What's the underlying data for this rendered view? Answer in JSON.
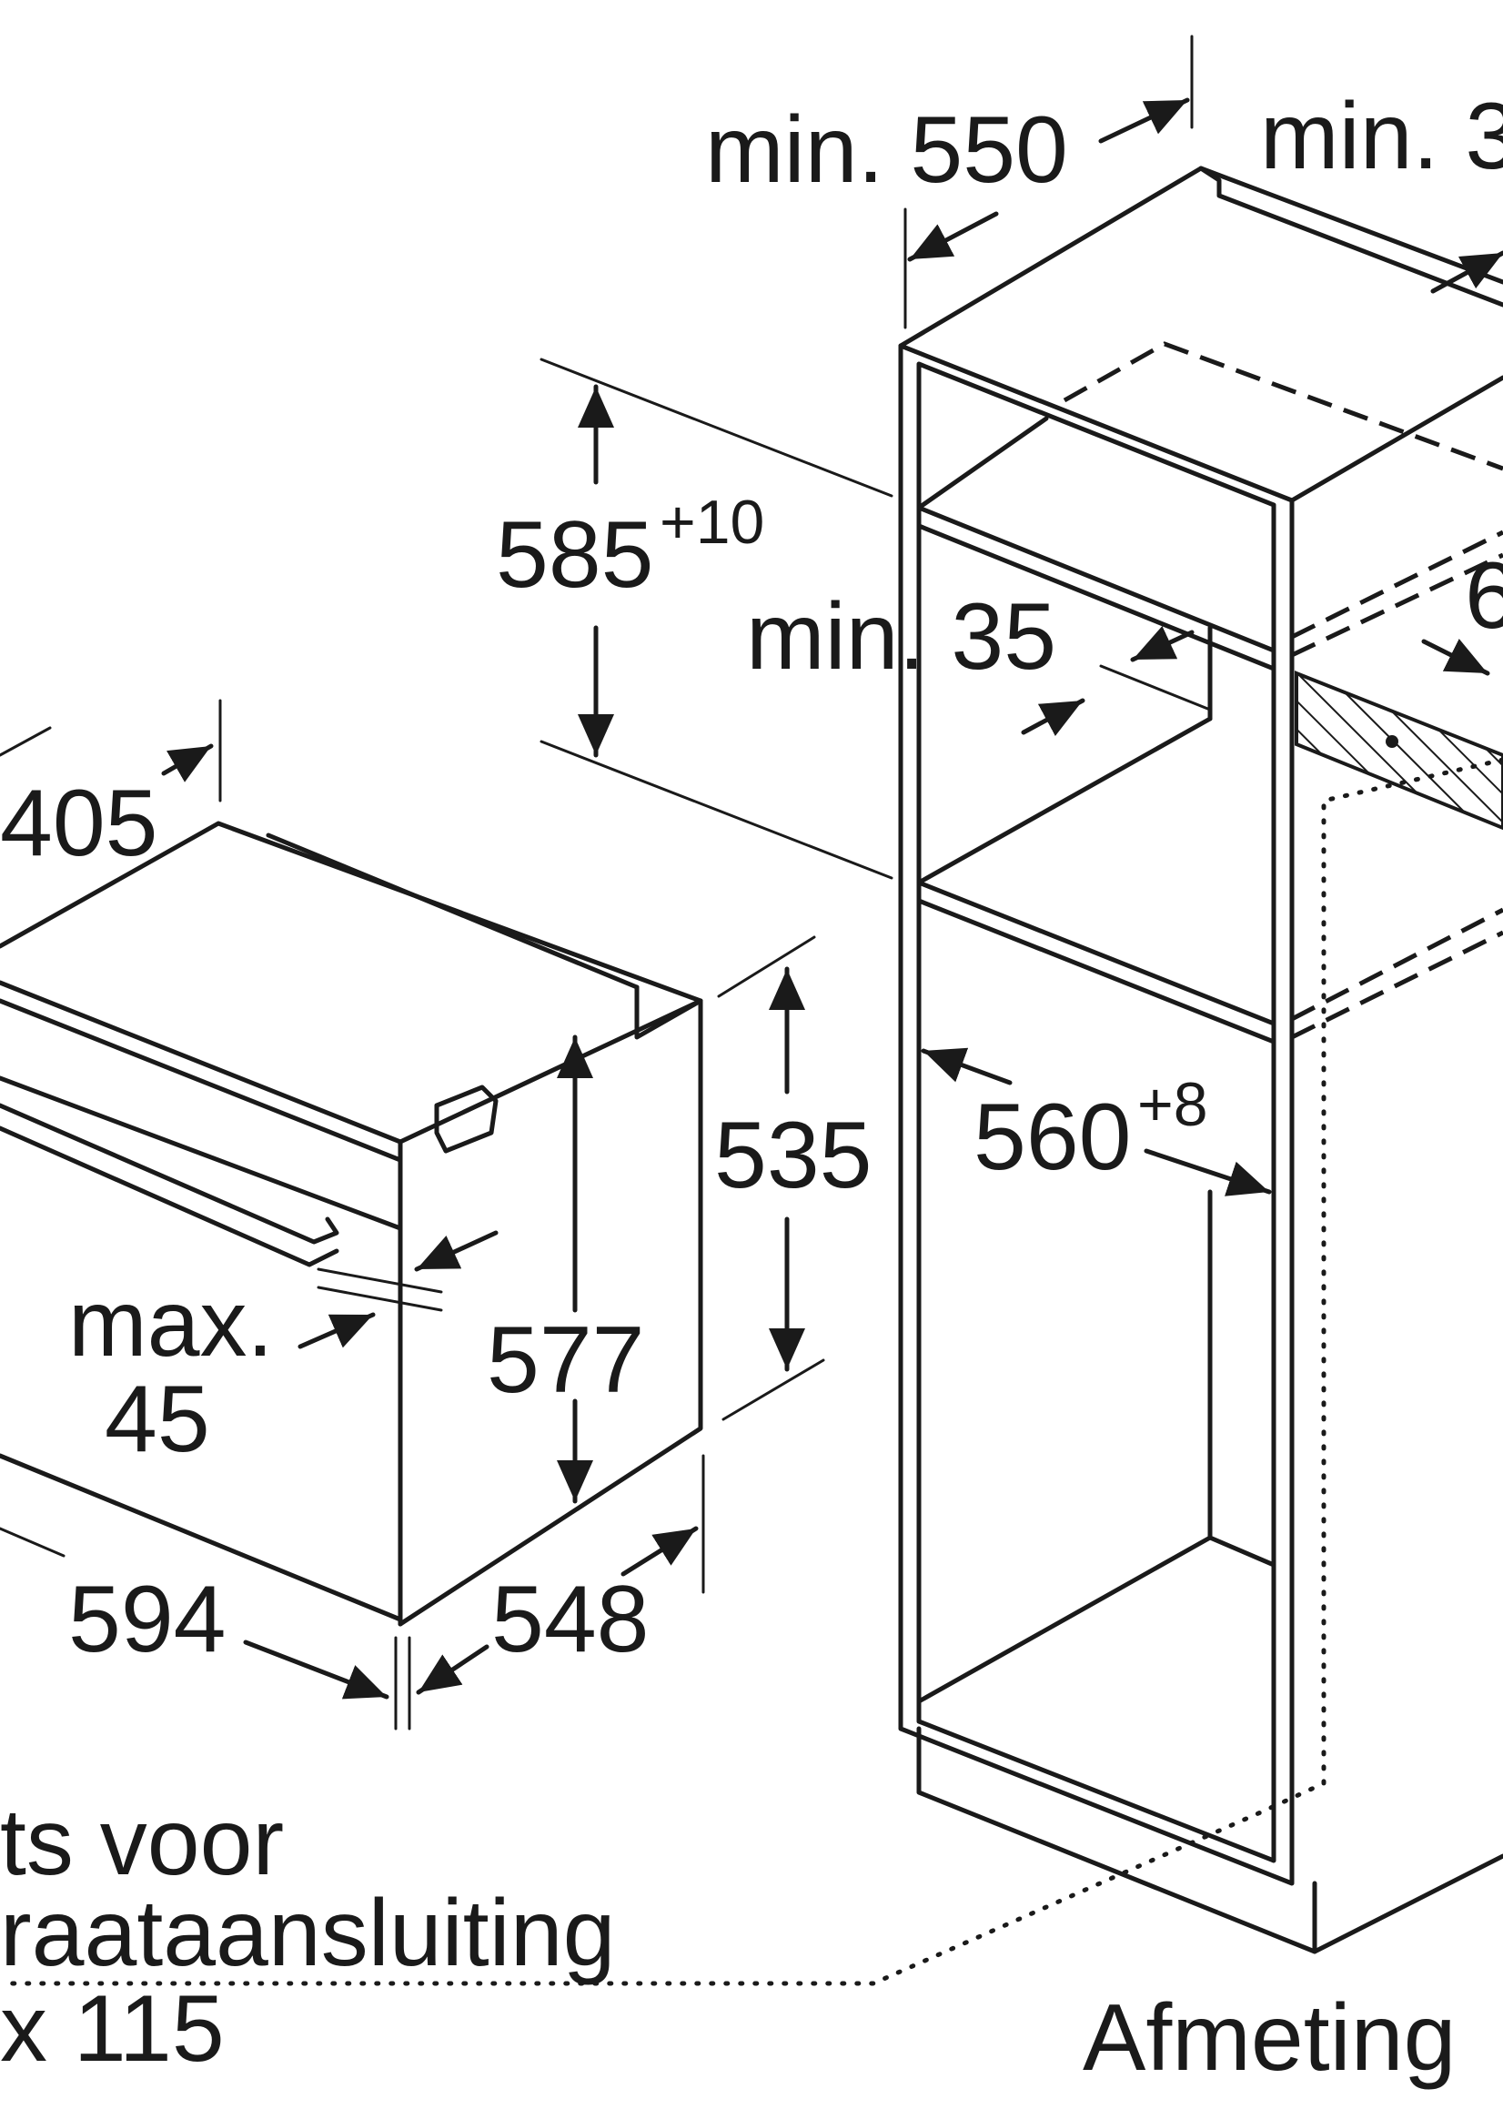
{
  "dimensions": {
    "min_550": "min. 550",
    "min_3_partial": "min. 3",
    "d585": "585",
    "d585_tol": "+10",
    "min_35": "min. 35",
    "six_partial": "6",
    "d405": "405",
    "d535": "535",
    "d560": "560",
    "d560_tol": "+8",
    "max_label": "max.",
    "max_value": "45",
    "d577": "577",
    "d594": "594",
    "d548": "548"
  },
  "notes": {
    "line1": "ts voor",
    "line2": "raataansluiting",
    "line3": "x 115",
    "caption": "Afmeting"
  },
  "icons": {
    "oven": "oven-drawing-icon",
    "cabinet": "cabinet-drawing-icon",
    "hatch": "hatched-area-icon"
  }
}
